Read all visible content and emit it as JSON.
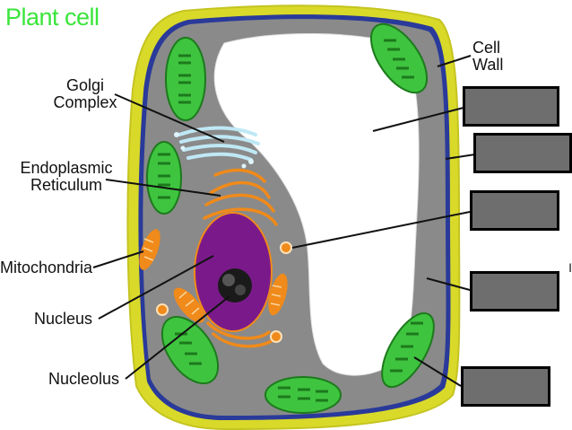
{
  "title": "Plant cell",
  "labels": {
    "cell_wall": [
      "Cell",
      "Wall"
    ],
    "golgi": [
      "Golgi",
      "Complex"
    ],
    "er": [
      "Endoplasmic",
      "Reticulum"
    ],
    "mitochondria": "Mitochondria",
    "nucleus": "Nucleus",
    "nucleolus": "Nucleolus"
  },
  "edge_mark": "I",
  "answer_boxes": [
    "",
    "",
    "",
    "",
    ""
  ],
  "colors": {
    "title": "#39e53a",
    "cell_wall": "#d9d92a",
    "membrane": "#2a3a9a",
    "cytoplasm": "#8a8a8a",
    "vacuole": "#ffffff",
    "chloroplast": "#3fc43f",
    "nucleus": "#7a1a8a",
    "nucleolus": "#222222",
    "mitochondria": "#f08a1a",
    "golgi": "#bfe8f5",
    "answer_box": "#6e6e6e"
  }
}
